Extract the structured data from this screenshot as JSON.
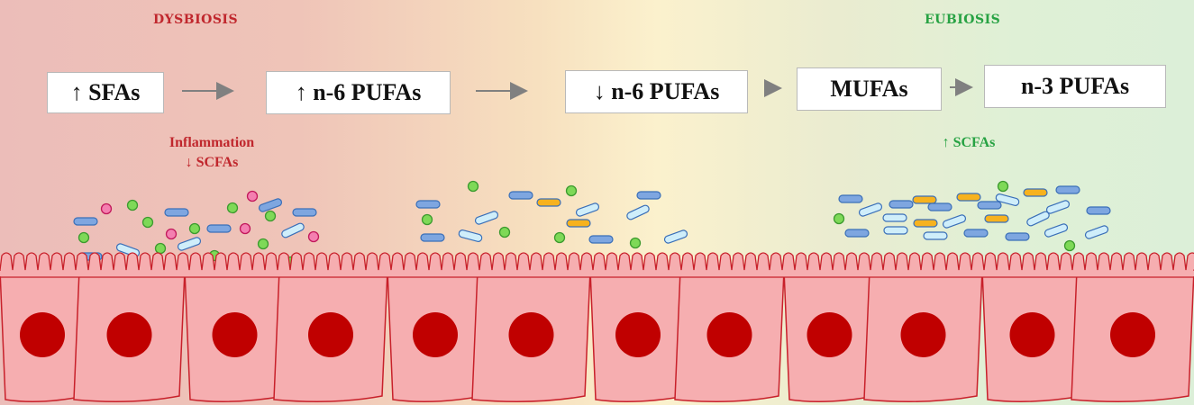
{
  "labels": {
    "dysbiosis": "DYSBIOSIS",
    "eubiosis": "EUBIOSIS"
  },
  "steps": [
    {
      "text": "↑ SFAs"
    },
    {
      "text": "↑ n-6 PUFAs"
    },
    {
      "text": "↓ n-6 PUFAs"
    },
    {
      "text": "MUFAs"
    },
    {
      "text": "n-3 PUFAs"
    }
  ],
  "notes": {
    "dysbiosis_line1": "Inflammation",
    "dysbiosis_line2": "↓ SCFAs",
    "eubiosis": "↑ SCFAs"
  },
  "colors": {
    "dysbiosis_red": "#c0272d",
    "eubiosis_green": "#27a243",
    "cell_fill": "#f6aeb0",
    "cell_outline": "#c8202a",
    "nucleus": "#c00000",
    "bacteria_blue": "#7ea6e0",
    "bacteria_light": "#cfeefa",
    "bacteria_orange": "#f7b21e",
    "sphere_green": "#7ed957",
    "sphere_pink": "#f47fb0"
  }
}
